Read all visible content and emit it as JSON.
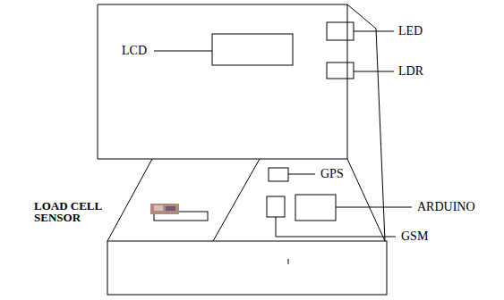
{
  "diagram": {
    "labels": [
      "LCD",
      "LED",
      "LDR",
      "GPS",
      "ARDUINO",
      "GSM",
      "LOAD CELL SENSOR"
    ]
  }
}
